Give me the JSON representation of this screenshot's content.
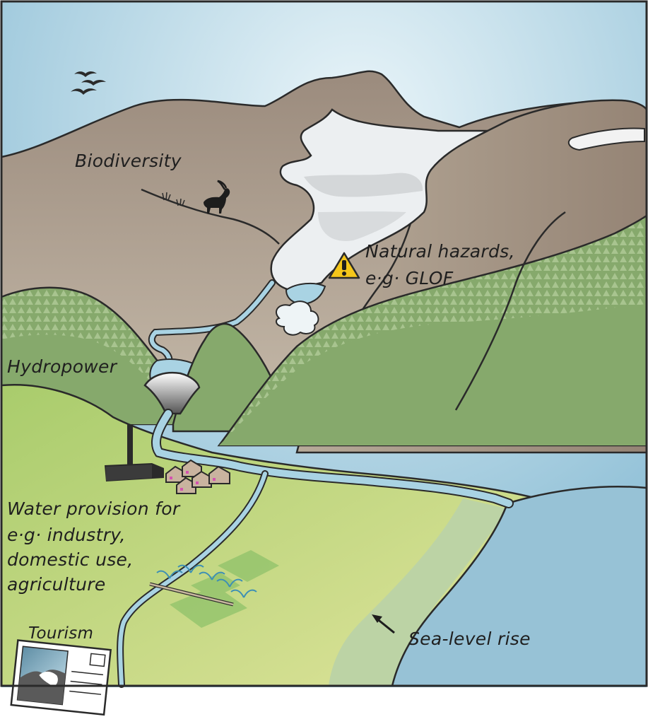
{
  "labels": {
    "biodiversity": "Biodiversity",
    "natural_hazards_line1": "Natural hazards,",
    "natural_hazards_line2": "e·g· GLOF",
    "hydropower": "Hydropower",
    "water_provision_line1": "Water provision for",
    "water_provision_line2": "e·g· industry,",
    "water_provision_line3": "domestic use,",
    "water_provision_line4": "agriculture",
    "tourism": "Tourism",
    "sea_level_rise": "Sea-level rise"
  },
  "colors": {
    "sky": "#a9cfe0",
    "mountain": "#ac9d8e",
    "glacier": "#eef0f2",
    "green_hill": "#86a96c",
    "valley_green": "#b6d47a",
    "lowland": "#dbe39a",
    "river": "#a9d3e3",
    "sea": "#97c2d6",
    "warning": "#f4c61a",
    "outline": "#2a2a2a"
  },
  "icons": [
    "warning-icon",
    "birds-icon",
    "ibex-icon",
    "dam-icon",
    "factory-icon",
    "houses-icon",
    "sprinkler-icon",
    "postcard-icon",
    "arrow-icon"
  ]
}
